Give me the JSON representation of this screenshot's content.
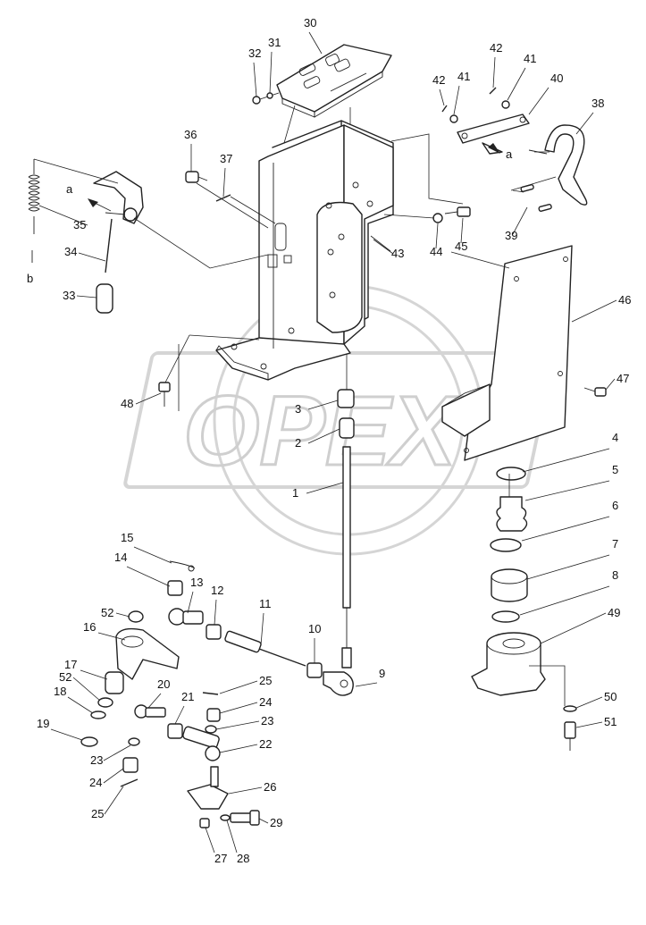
{
  "watermark": "OPEX",
  "arrow_labels": {
    "a": "a",
    "b": "b"
  },
  "callouts": [
    "1",
    "2",
    "3",
    "4",
    "5",
    "6",
    "7",
    "8",
    "9",
    "10",
    "11",
    "12",
    "13",
    "14",
    "15",
    "16",
    "17",
    "18",
    "19",
    "20",
    "21",
    "22",
    "23",
    "24",
    "25",
    "26",
    "27",
    "28",
    "29",
    "30",
    "31",
    "32",
    "33",
    "34",
    "35",
    "36",
    "37",
    "38",
    "39",
    "40",
    "41",
    "42",
    "43",
    "44",
    "45",
    "46",
    "47",
    "48",
    "49",
    "50",
    "51",
    "52"
  ]
}
